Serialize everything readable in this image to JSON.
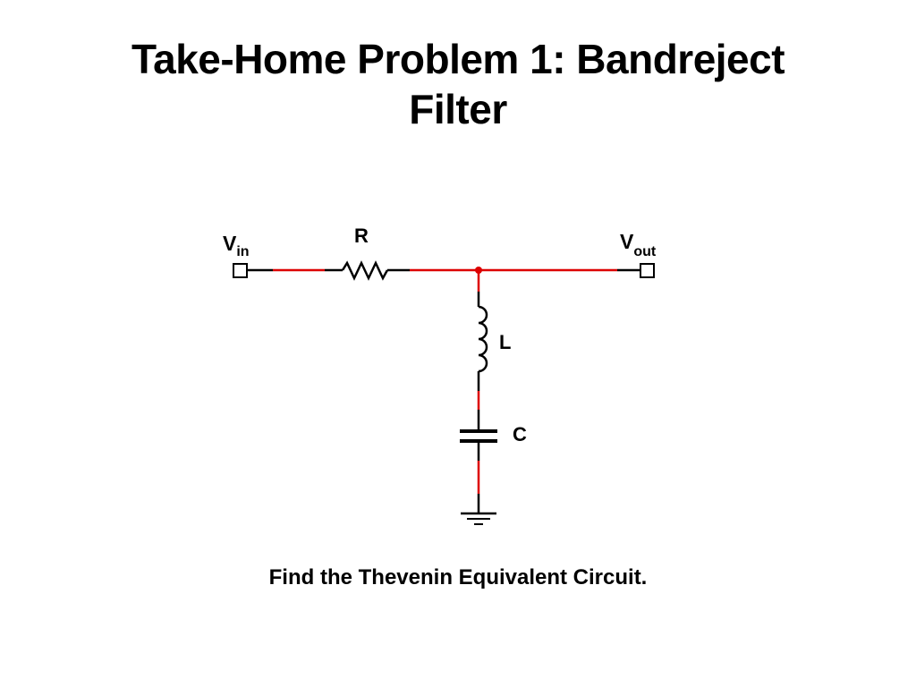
{
  "slide": {
    "title_line1": "Take-Home Problem 1: Bandreject",
    "title_line2": "Filter",
    "caption": "Find the Thevenin Equivalent Circuit."
  },
  "circuit": {
    "labels": {
      "input_main": "V",
      "input_sub": "in",
      "output_main": "V",
      "output_sub": "out",
      "resistor": "R",
      "inductor": "L",
      "capacitor": "C"
    },
    "colors": {
      "wire_black": "#000000",
      "wire_red": "#dd0000",
      "node": "#dd0000"
    }
  }
}
